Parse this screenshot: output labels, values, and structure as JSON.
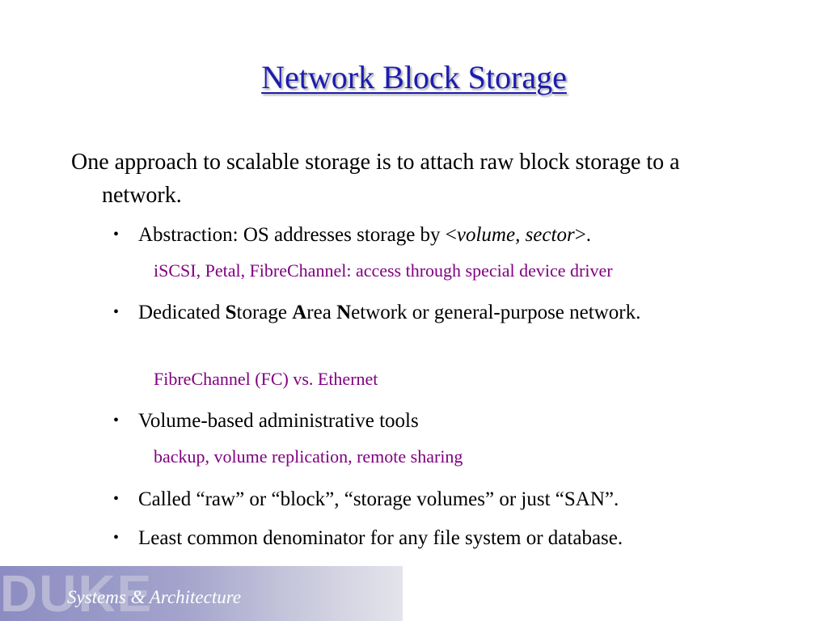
{
  "slide": {
    "title": "Network Block Storage",
    "intro": "One approach to scalable storage is to attach raw block storage to a network.",
    "bullets": [
      {
        "pre": "Abstraction: OS addresses storage by <",
        "italic": "volume, sector",
        "post": ">.",
        "sub": "iSCSI, Petal, FibreChannel: access through special device driver"
      },
      {
        "p1": "Dedicated ",
        "b1": "S",
        "p2": "torage ",
        "b2": "A",
        "p3": "rea ",
        "b3": "N",
        "p4": "etwork or general-purpose network.",
        "sub": "FibreChannel (FC) vs. Ethernet"
      },
      {
        "text": "Volume-based administrative tools",
        "sub": "backup, volume replication, remote sharing"
      },
      {
        "text": "Called “raw” or “block”, “storage volumes” or just “SAN”."
      },
      {
        "text": "Least common denominator for any file system or database."
      }
    ],
    "bullet_char": "•"
  },
  "footer": {
    "logo": "DUKE",
    "subtitle": "Systems & Architecture"
  },
  "colors": {
    "title": "#1c1cb0",
    "subtext": "#800080",
    "footer_start": "#8c8cc2",
    "footer_end": "#e4e4ec"
  }
}
